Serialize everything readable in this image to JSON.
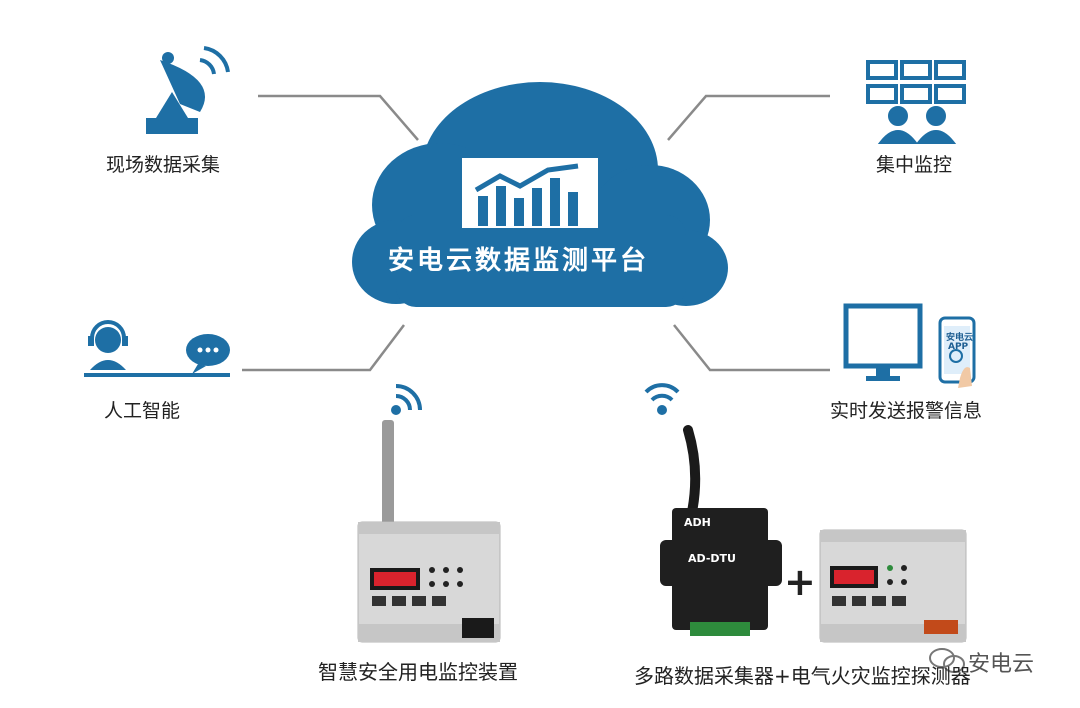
{
  "cloud": {
    "title": "安电云数据监测平台",
    "color": "#1e6fa5"
  },
  "nodes": {
    "field_collection": "现场数据采集",
    "central_monitoring": "集中监控",
    "ai": "人工智能",
    "realtime_alarm": "实时发送报警信息"
  },
  "devices": {
    "left_label": "智慧安全用电监控装置",
    "right_label": "多路数据采集器+电气火灾监控探测器",
    "plus": "+",
    "dtu_brand": "ADH",
    "dtu_model": "AD-DTU"
  },
  "phone": {
    "line1": "安电云",
    "line2": "APP"
  },
  "watermark": "安电云",
  "colors": {
    "icon_blue": "#1e6fa5",
    "line_gray": "#8a8a8a",
    "device_gray": "#d8d8d8",
    "display_red": "#d9232d"
  }
}
